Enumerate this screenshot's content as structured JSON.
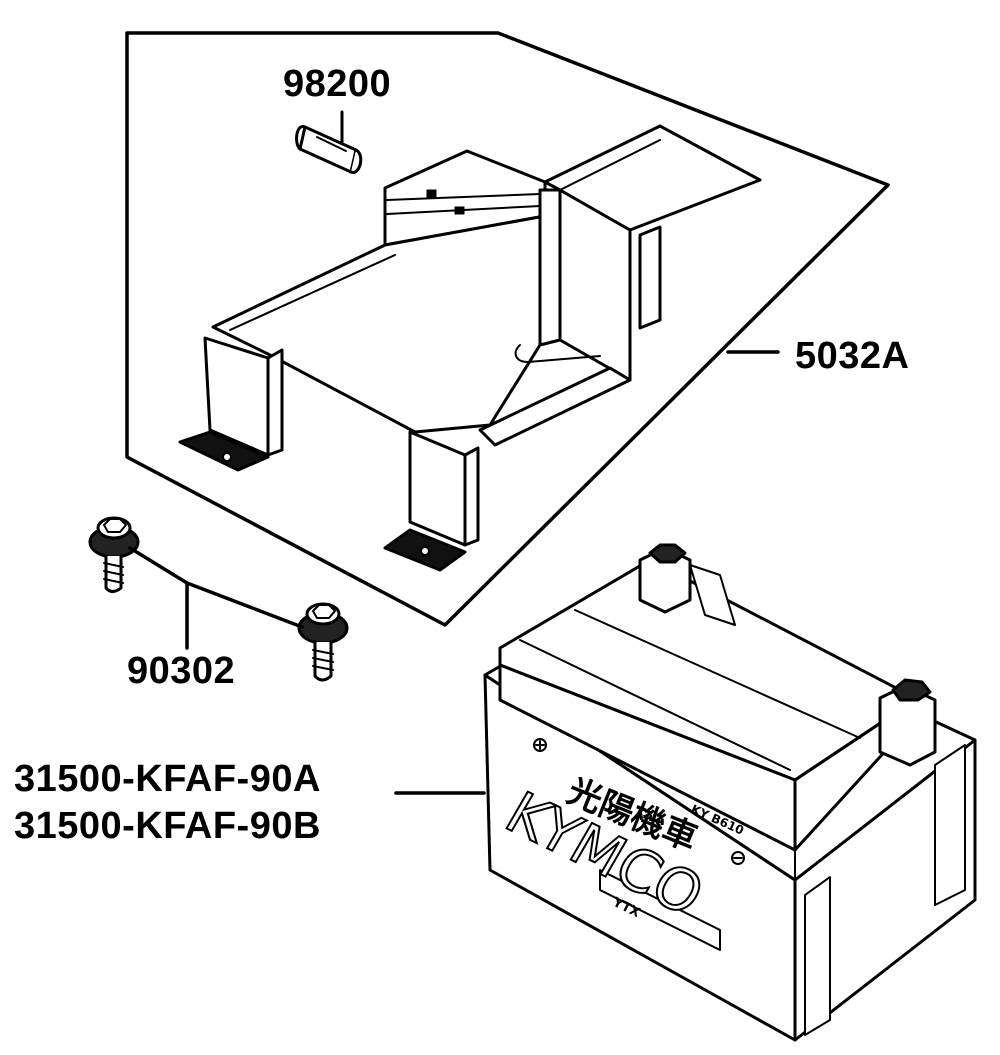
{
  "parts": {
    "fuse": {
      "part_number": "98200"
    },
    "battery_bracket": {
      "part_number": "5032A"
    },
    "flange_bolt": {
      "part_number": "90302"
    },
    "battery": {
      "part_numbers": [
        "31500-KFAF-90A",
        "31500-KFAF-90B"
      ]
    }
  },
  "battery_markings": {
    "brand": "KYMCO",
    "chinese_text": "光陽機車",
    "model_code": "KY B610",
    "sub_label": "YTX"
  },
  "colors": {
    "ink": "#000000",
    "paper": "#ffffff"
  }
}
